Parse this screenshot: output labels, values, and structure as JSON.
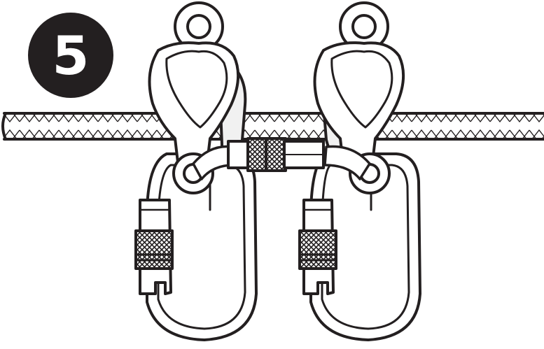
{
  "step": {
    "number": "5"
  },
  "colors": {
    "ink": "#231f20",
    "paper": "#ffffff",
    "shade": "#f1f1f1"
  },
  "figure": {
    "elements": [
      "rope",
      "pulley-left",
      "pulley-right",
      "swivel-connector",
      "carabiner-left",
      "carabiner-right"
    ]
  }
}
